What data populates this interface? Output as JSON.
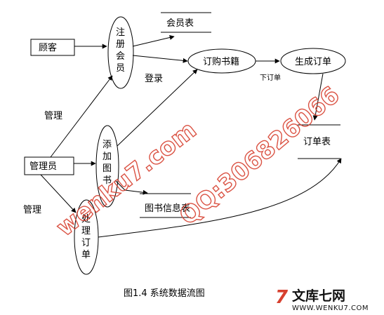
{
  "entities": {
    "customer": "顾客",
    "admin": "管理员"
  },
  "processes": {
    "register": [
      "注",
      "册",
      "会",
      "员"
    ],
    "order_books": "订购书籍",
    "generate_order": "生成订单",
    "add_books": [
      "添",
      "加",
      "图",
      "书"
    ],
    "process_orders": [
      "处",
      "理",
      "订",
      "单"
    ]
  },
  "stores": {
    "members": "会员表",
    "orders": "订单表",
    "books": "图书信息表"
  },
  "flows": {
    "login": "登录",
    "place_order": "下订单",
    "manage_1": "管理",
    "manage_2": "管理"
  },
  "caption": "图1.4 系统数据流图",
  "watermark": {
    "site": "wenku7.com",
    "qq": "QQ:306826066"
  },
  "logo": {
    "mark": "7",
    "name": "文库七网",
    "url": "WWW.WENKU7.COM"
  },
  "colors": {
    "line": "#000000",
    "watermark": "#d7402f"
  }
}
